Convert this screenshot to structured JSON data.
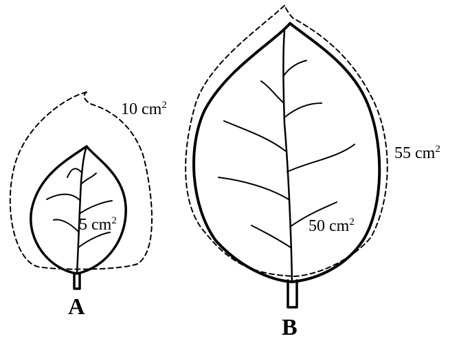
{
  "leaf_a": {
    "letter": "A",
    "inner_area": "5 cm",
    "outer_area": "10 cm",
    "unit_exponent": "2"
  },
  "leaf_b": {
    "letter": "B",
    "inner_area": "50 cm",
    "outer_area": "55 cm",
    "unit_exponent": "2"
  }
}
